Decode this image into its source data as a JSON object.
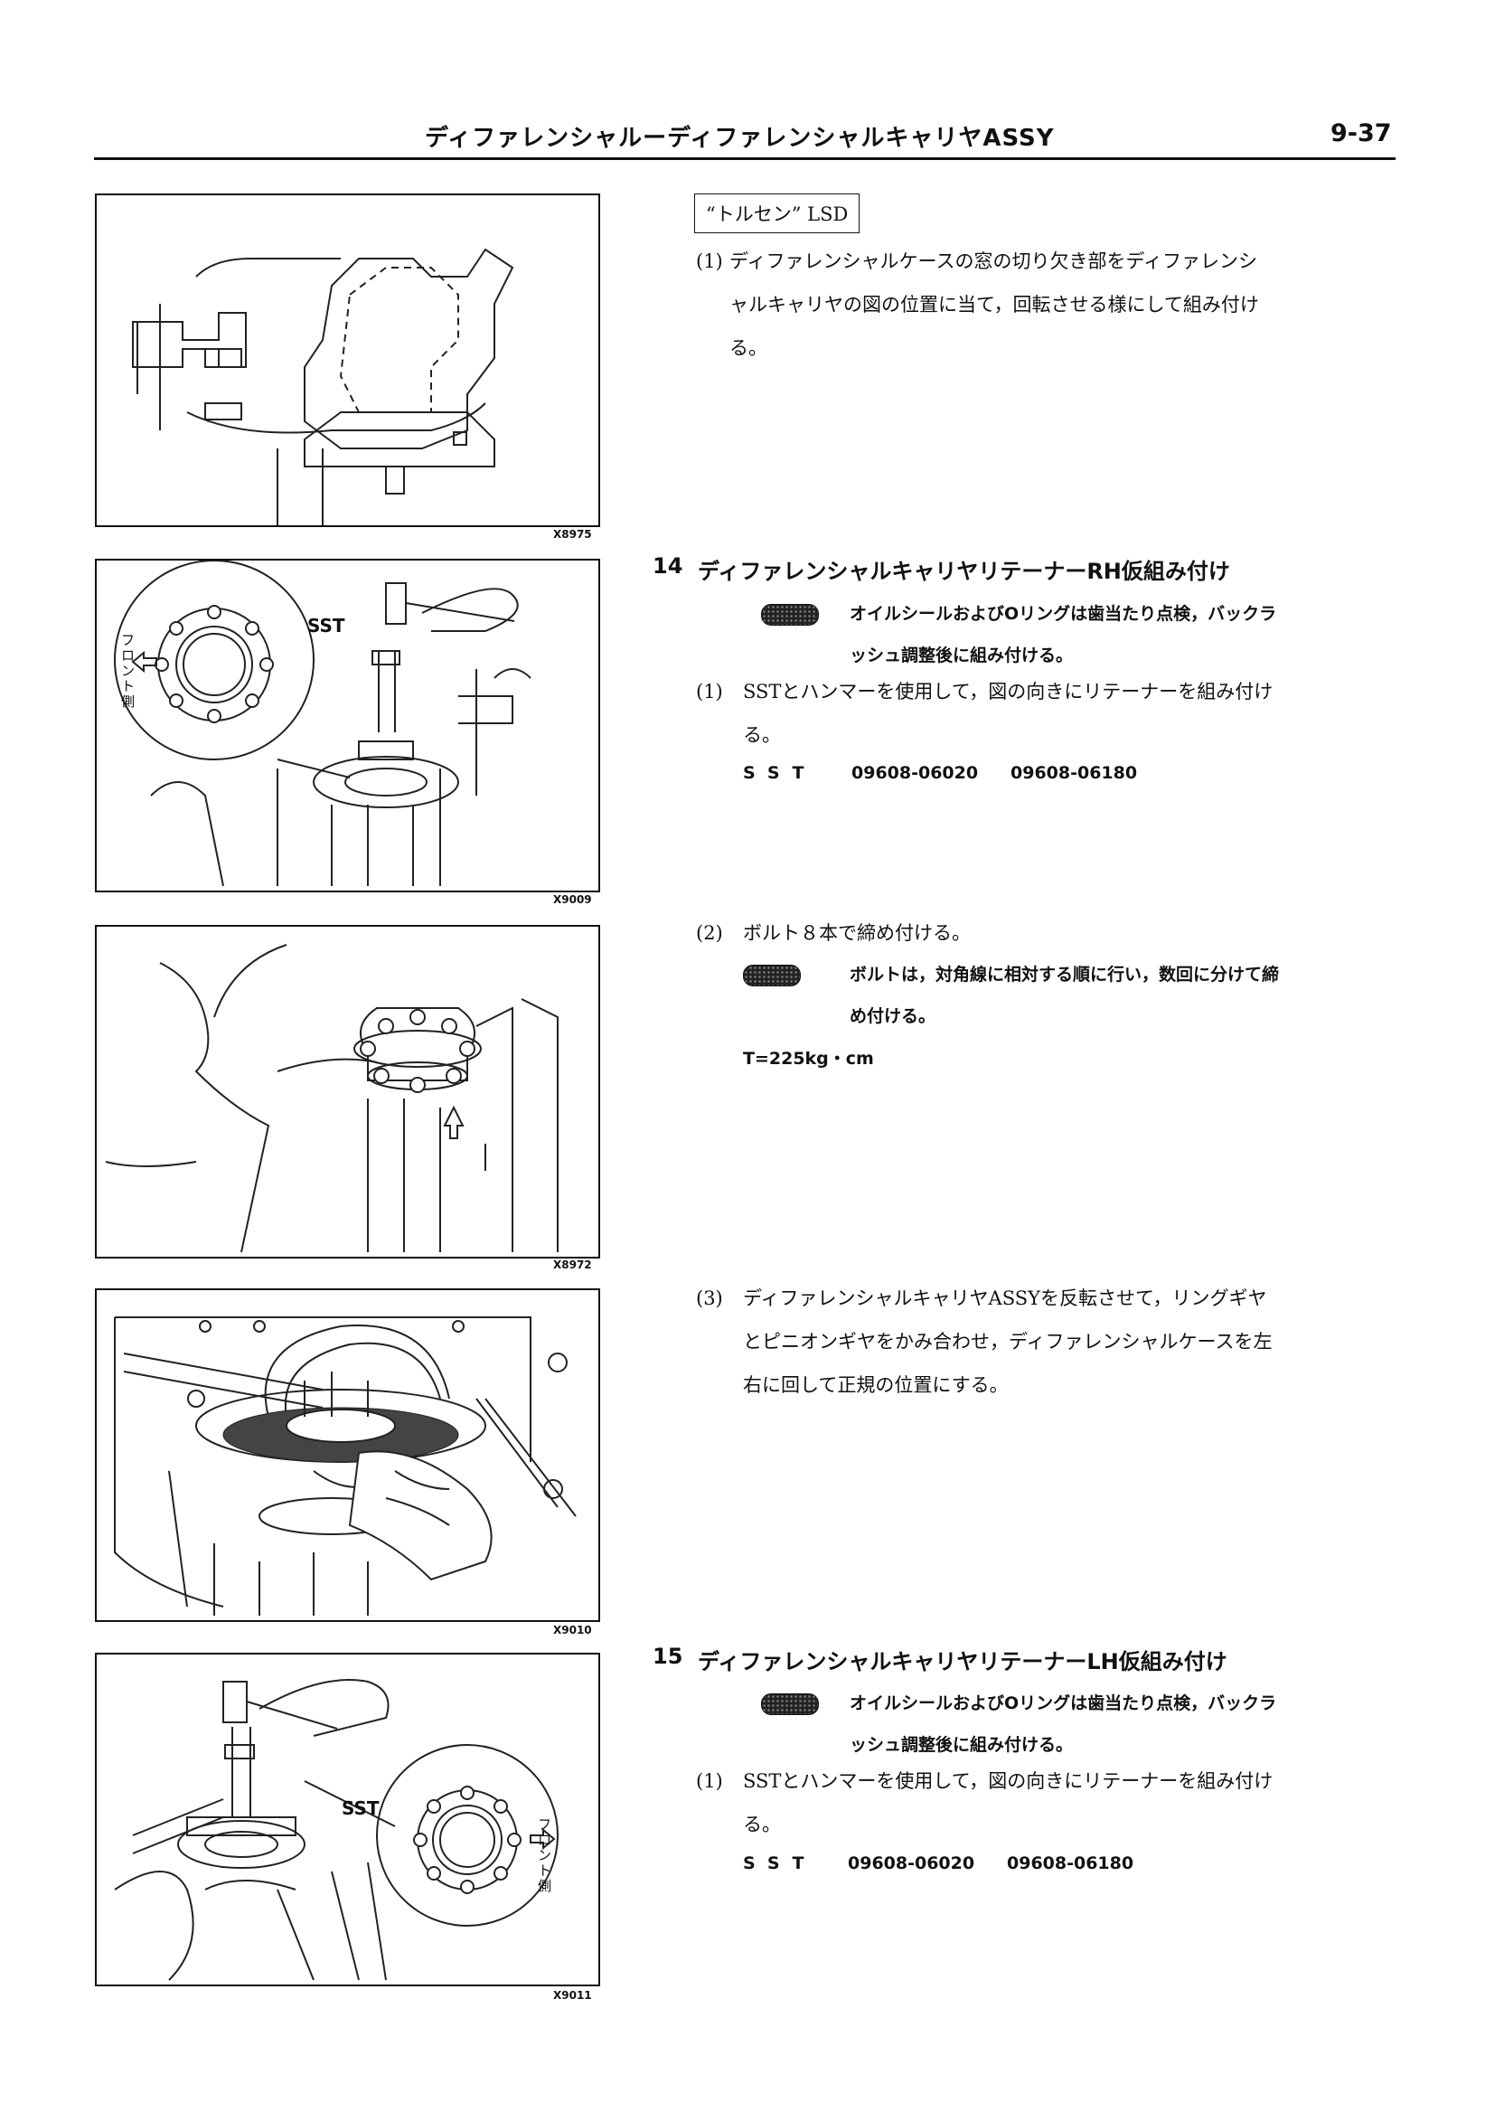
{
  "header": {
    "title": "ディファレンシャルーディファレンシャルキャリヤASSY",
    "page_number": "9-37"
  },
  "figures": [
    {
      "code": "X8975"
    },
    {
      "code": "X9009",
      "labels": {
        "tool": "SST",
        "side": "フロント側"
      }
    },
    {
      "code": "X8972"
    },
    {
      "code": "X9010"
    },
    {
      "code": "X9011",
      "labels": {
        "tool": "SST",
        "side": "フロント側"
      }
    }
  ],
  "torsen": {
    "heading": "“トルセン” LSD",
    "step1_num": "(1)",
    "step1_lines": [
      "ディファレンシャルケースの窓の切り欠き部をディファレンシ",
      "ャルキャリヤの図の位置に当て，回転させる様にして組み付け",
      "る。"
    ]
  },
  "step14": {
    "num": "14",
    "title": "ディファレンシャルキャリヤリテーナーRH仮組み付け",
    "note_lines": [
      "オイルシールおよびOリングは歯当たり点検，バックラ",
      "ッシュ調整後に組み付ける。"
    ],
    "sub1_num": "(1)",
    "sub1_lines": [
      "SSTとハンマーを使用して，図の向きにリテーナーを組み付け",
      "る。"
    ],
    "sst_label": "SST",
    "sst_codes": [
      "09608-06020",
      "09608-06180"
    ],
    "sub2_num": "(2)",
    "sub2_text": "ボルト８本で締め付ける。",
    "sub2_note_lines": [
      "ボルトは，対角線に相対する順に行い，数回に分けて締",
      "め付ける。"
    ],
    "torque": "T=225kg・cm",
    "sub3_num": "(3)",
    "sub3_lines": [
      "ディファレンシャルキャリヤASSYを反転させて，リングギヤ",
      "とピニオンギヤをかみ合わせ，ディファレンシャルケースを左",
      "右に回して正規の位置にする。"
    ]
  },
  "step15": {
    "num": "15",
    "title": "ディファレンシャルキャリヤリテーナーLH仮組み付け",
    "note_lines": [
      "オイルシールおよびOリングは歯当たり点検，バックラ",
      "ッシュ調整後に組み付ける。"
    ],
    "sub1_num": "(1)",
    "sub1_lines": [
      "SSTとハンマーを使用して，図の向きにリテーナーを組み付け",
      "る。"
    ],
    "sst_label": "SST",
    "sst_codes": [
      "09608-06020",
      "09608-06180"
    ]
  }
}
